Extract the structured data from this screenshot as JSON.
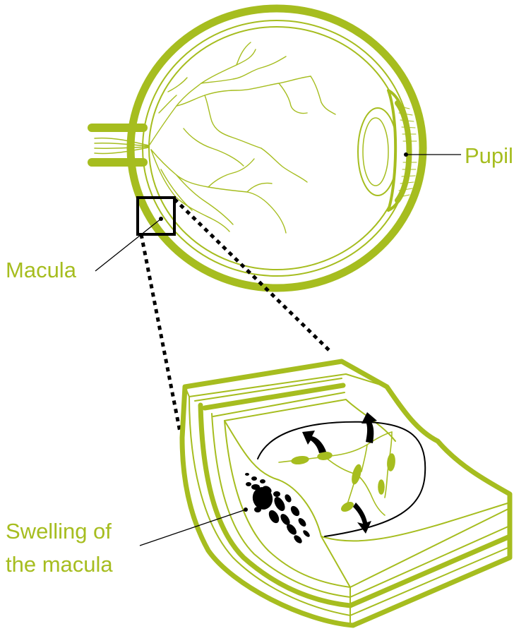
{
  "colors": {
    "accent": "#a6bd1f",
    "ink": "#000000",
    "background": "#ffffff"
  },
  "labels": {
    "pupil": "Pupil",
    "macula": "Macula",
    "swelling_line1": "Swelling of",
    "swelling_line2": "the macula"
  }
}
